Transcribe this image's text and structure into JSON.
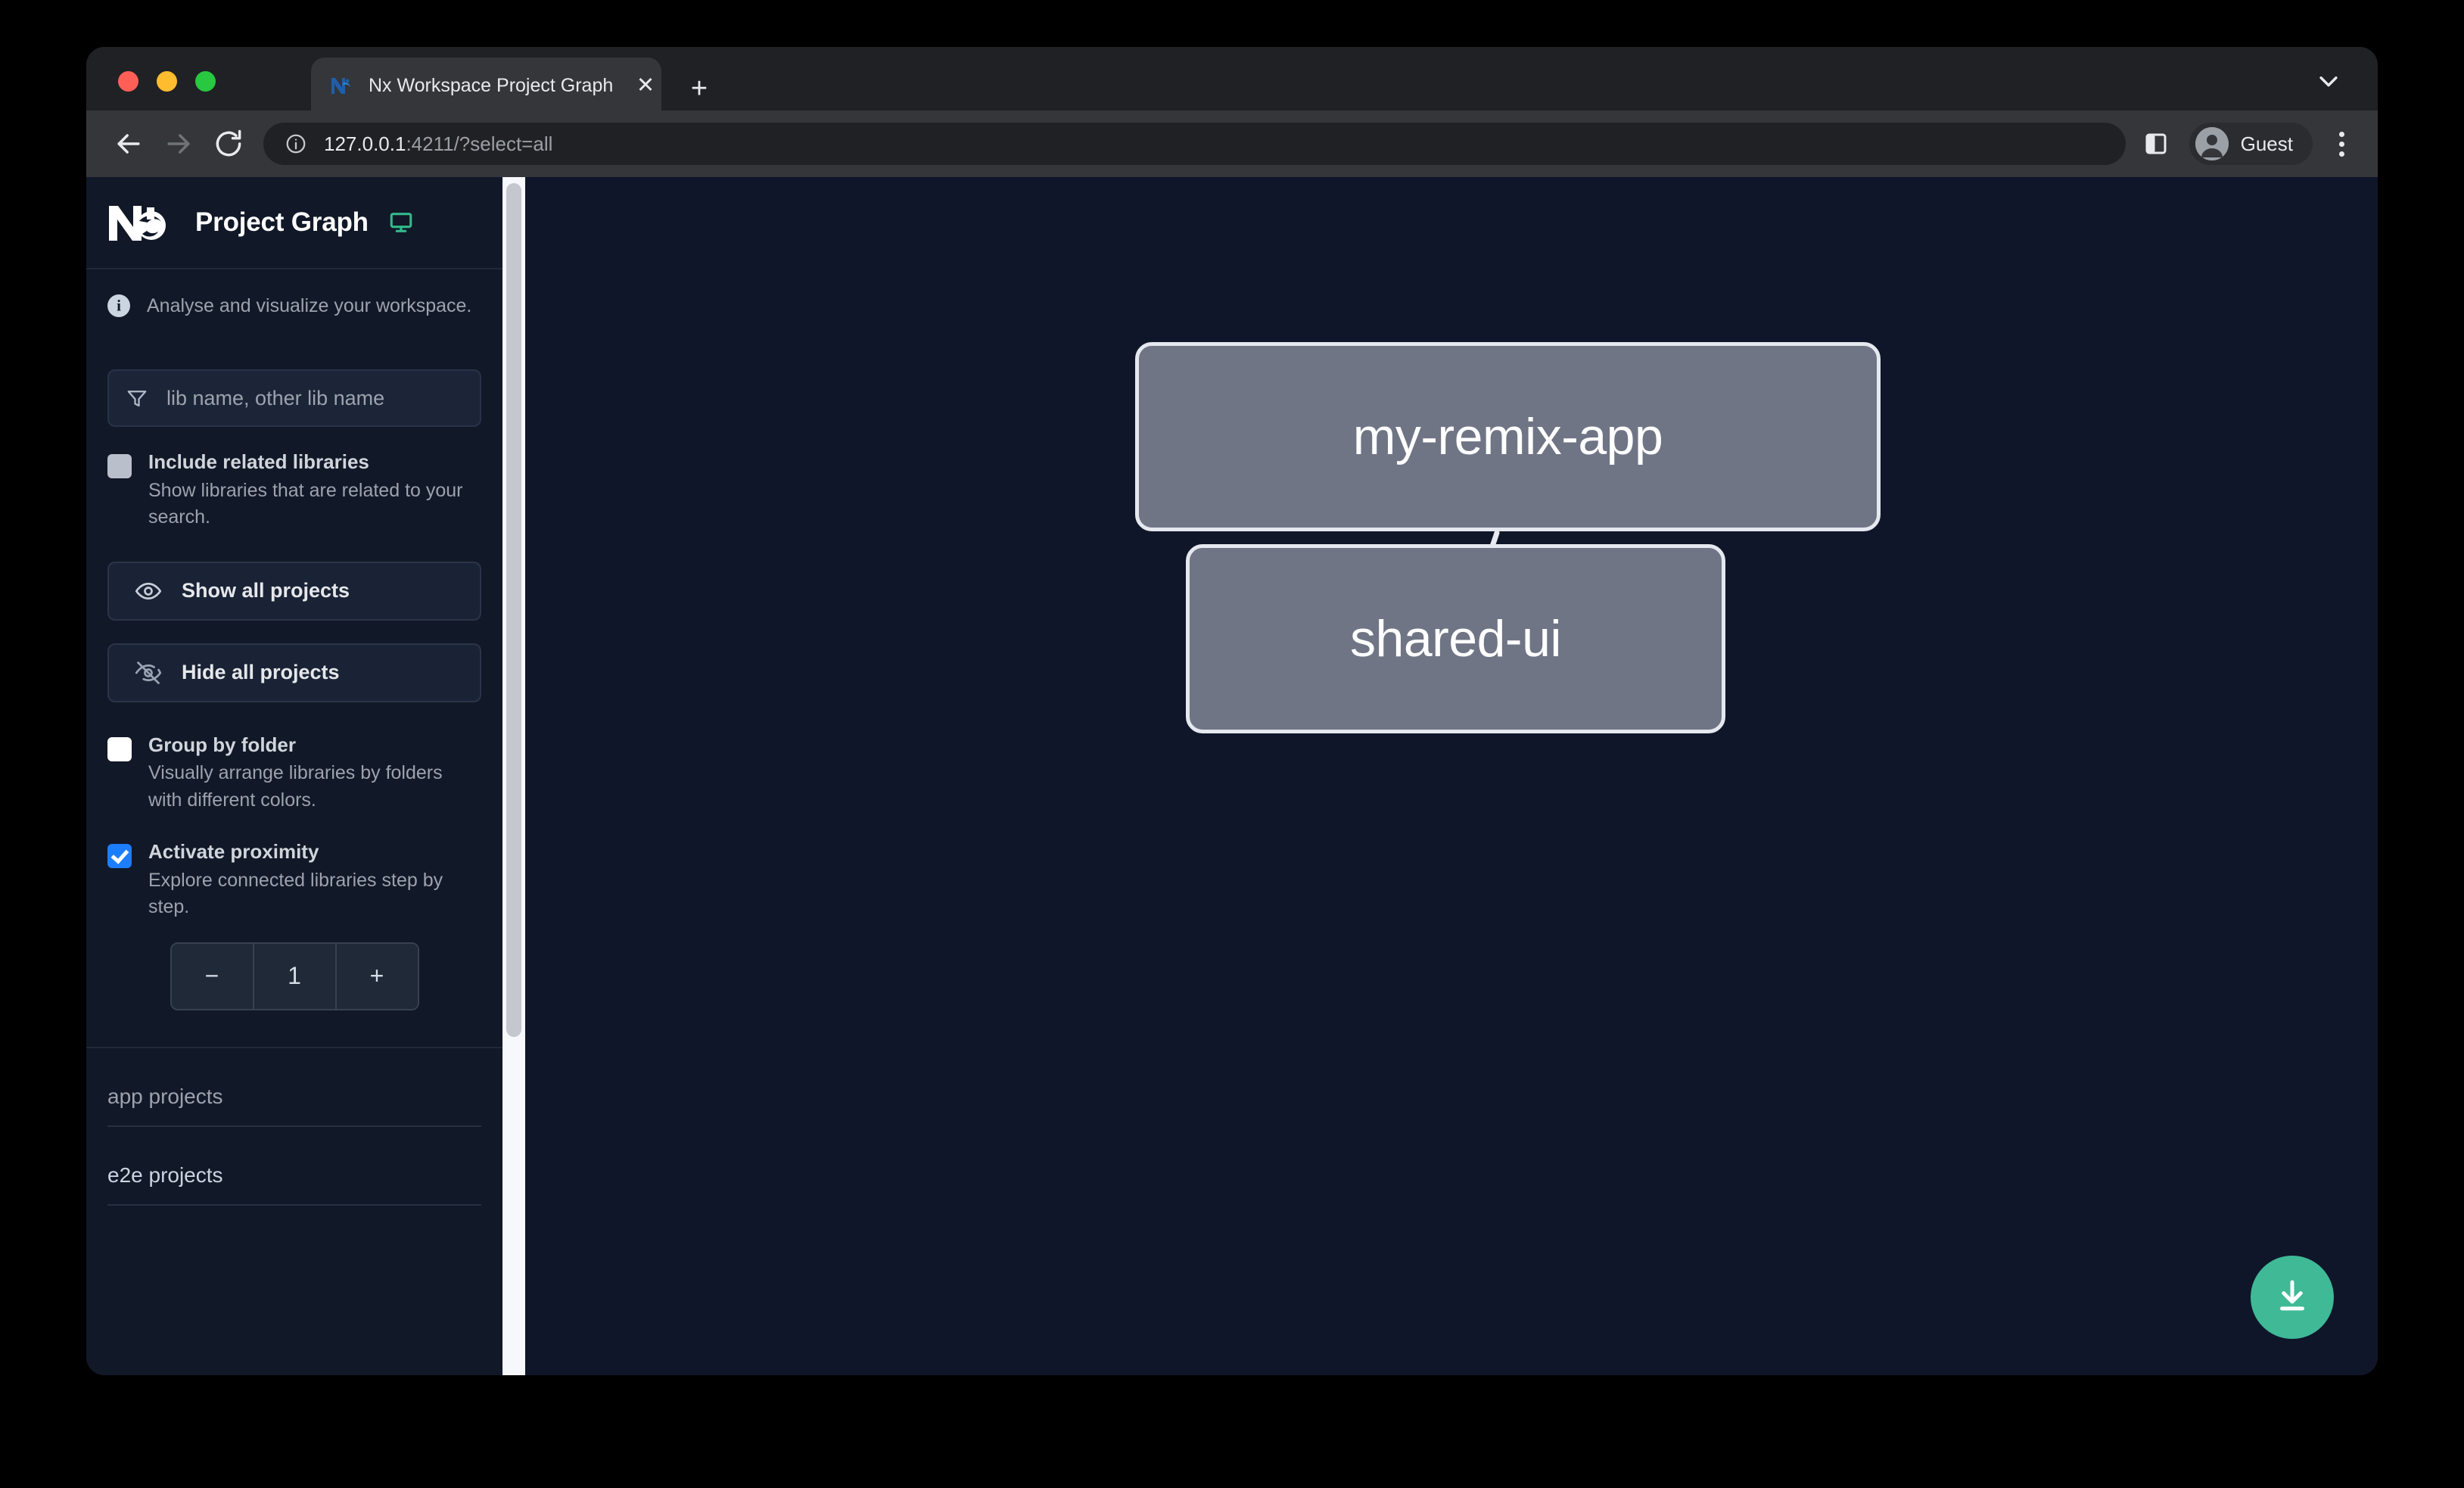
{
  "browser": {
    "tab": {
      "title": "Nx Workspace Project Graph",
      "favicon": "nx-logo-icon",
      "close_label": "✕"
    },
    "new_tab_label": "+",
    "toolbar": {
      "url_host": "127.0.0.1",
      "url_rest": ":4211/?select=all",
      "profile_name": "Guest"
    }
  },
  "sidebar": {
    "title": "Project Graph",
    "info_text": "Analyse and visualize your workspace.",
    "search": {
      "placeholder": "lib name, other lib name",
      "value": ""
    },
    "options": [
      {
        "label": "Include related libraries",
        "desc": "Show libraries that are related to your search.",
        "checked": false
      },
      {
        "label": "Group by folder",
        "desc": "Visually arrange libraries by folders with different colors.",
        "checked": false
      },
      {
        "label": "Activate proximity",
        "desc": "Explore connected libraries step by step.",
        "checked": true
      }
    ],
    "buttons": {
      "show_all": "Show all projects",
      "hide_all": "Hide all projects"
    },
    "stepper": {
      "decrement": "−",
      "value": "1",
      "increment": "+"
    },
    "sections": [
      {
        "title": "app projects"
      },
      {
        "title": "e2e projects"
      }
    ]
  },
  "graph": {
    "nodes": [
      {
        "id": "my-remix-app",
        "label": "my-remix-app"
      },
      {
        "id": "shared-ui",
        "label": "shared-ui"
      }
    ],
    "edges": [
      {
        "from": "my-remix-app",
        "to": "shared-ui"
      }
    ],
    "download_button": "download-icon"
  },
  "colors": {
    "accent_green": "#3fb996",
    "checkbox_blue": "#1d7efd",
    "node_fill": "#6f7585",
    "node_border": "#e6e8ef",
    "sidebar_bg": "#111827",
    "canvas_bg": "#0f1629"
  }
}
